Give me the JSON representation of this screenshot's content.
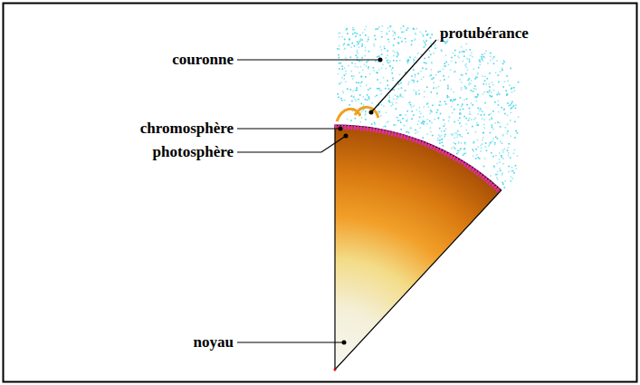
{
  "diagram": {
    "labels": [
      "couronne",
      "protubérance",
      "chromosphère",
      "photosphère",
      "noyau"
    ]
  }
}
